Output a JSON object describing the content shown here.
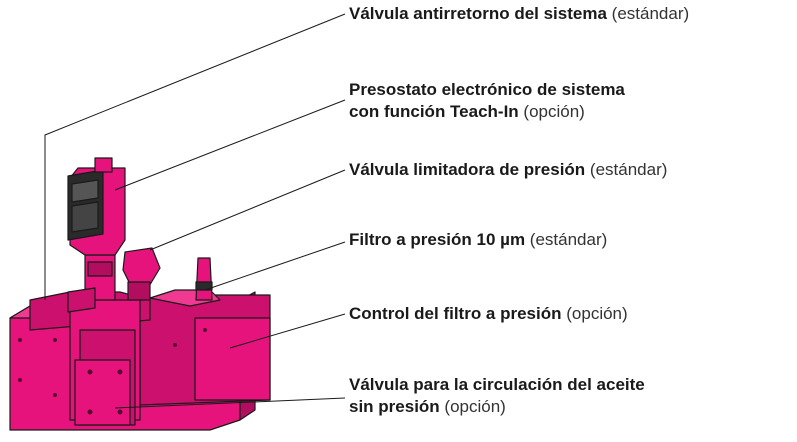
{
  "colors": {
    "body": "#e5137b",
    "body_dark": "#b30d60",
    "body_shade": "#cc106d",
    "line": "#1a1a1a",
    "text": "#1a1a1a"
  },
  "labels": [
    {
      "bold": "Válvula antirretorno del sistema",
      "bold2": "",
      "normal": "(estándar)"
    },
    {
      "bold": "Presostato electrónico de sistema",
      "bold2": "con función Teach-In",
      "normal": "(opción)"
    },
    {
      "bold": "Válvula limitadora de presión",
      "bold2": "",
      "normal": "(estándar)"
    },
    {
      "bold": "Filtro a presión 10 µm",
      "bold2": "",
      "normal": "(estándar)"
    },
    {
      "bold": "Control del filtro a presión",
      "bold2": "",
      "normal": "(opción)"
    },
    {
      "bold": "Válvula para la circulación del aceite",
      "bold2": "sin presión",
      "normal": "(opción)"
    }
  ]
}
